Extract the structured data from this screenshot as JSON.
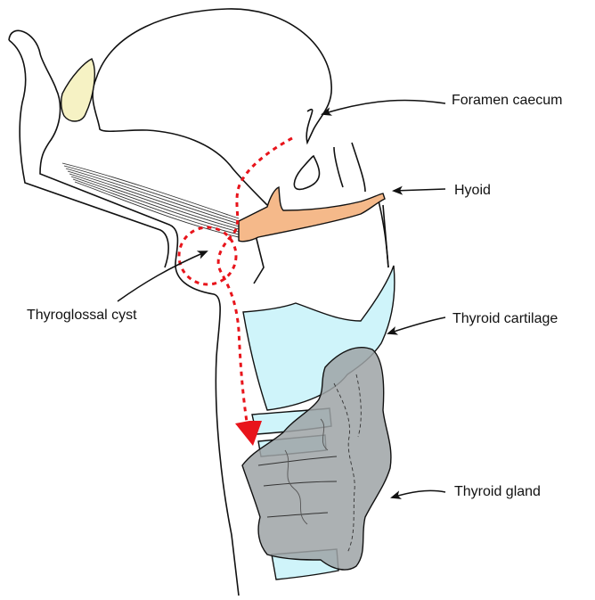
{
  "labels": {
    "foramen_caecum": "Foramen caecum",
    "hyoid": "Hyoid",
    "thyroglossal_cyst": "Thyroglossal cyst",
    "thyroid_cartilage": "Thyroid cartilage",
    "thyroid_gland": "Thyroid gland"
  },
  "colors": {
    "outline": "#111111",
    "hyoid_fill": "#F5B98A",
    "cartilage_fill": "#CFF4FA",
    "gland_fill": "#9DA3A6",
    "epiglottis_fill": "#F6F2C4",
    "descent_path": "#E8141B",
    "arrow": "#111111"
  },
  "icons": {
    "descent_arrowhead": "red-arrowhead-icon"
  }
}
